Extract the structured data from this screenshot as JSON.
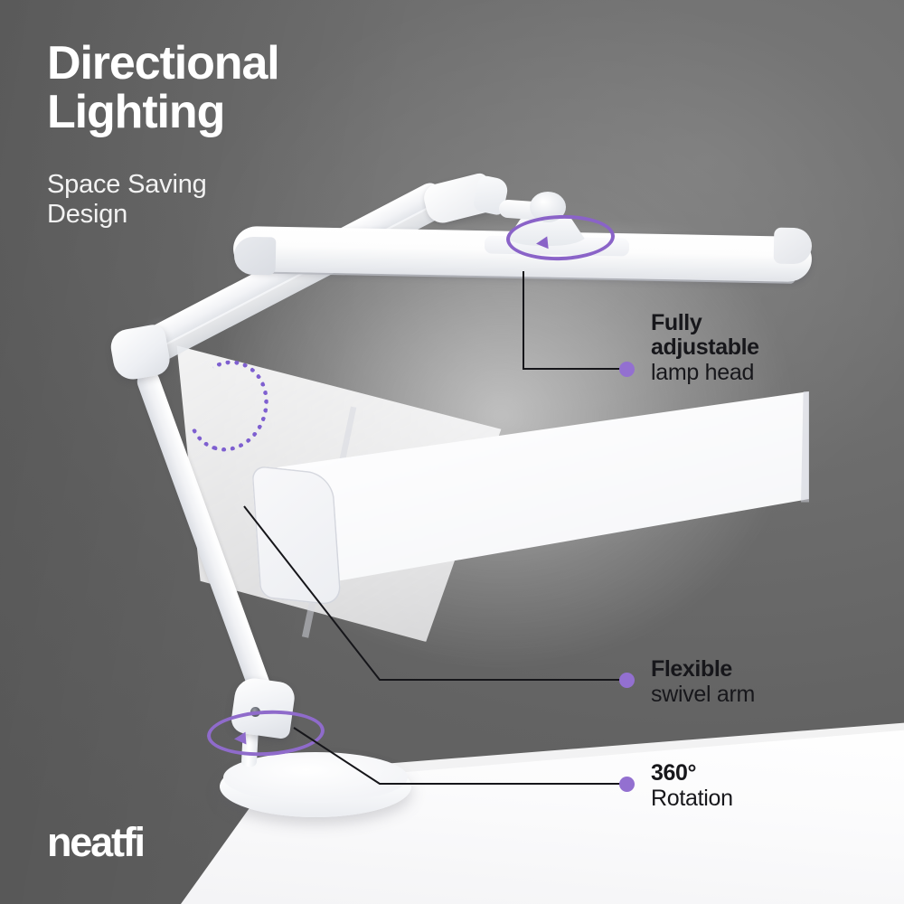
{
  "brand": {
    "logo_text": "neatfi"
  },
  "headline": {
    "title": "Directional\nLighting",
    "subtitle": "Space Saving\nDesign"
  },
  "colors": {
    "accent_purple": "#9370d0",
    "motion_purple": "#8a63c8",
    "leader_line": "#16161a",
    "background_gray": "#6e6e6e",
    "text_dark": "#17171b",
    "text_light": "#ffffff"
  },
  "callouts": [
    {
      "id": "lamp-head",
      "bold": "Fully\nadjustable",
      "regular": "lamp head"
    },
    {
      "id": "swivel-arm",
      "bold": "Flexible",
      "regular": "swivel arm"
    },
    {
      "id": "rotation",
      "bold": "360°",
      "regular": "Rotation"
    }
  ],
  "product": {
    "name": "LED desk lamp",
    "motion_indicators": [
      {
        "name": "head-rotation-ring",
        "type": "ellipse-arrow"
      },
      {
        "name": "elbow-tilt-arc",
        "type": "dotted-arc"
      },
      {
        "name": "base-rotation-ring",
        "type": "ellipse-arrow"
      }
    ]
  }
}
